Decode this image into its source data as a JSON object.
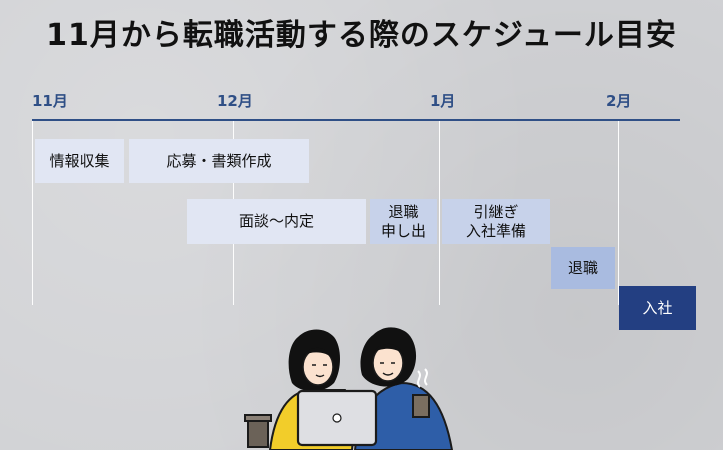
{
  "title": "11月から転職活動する際のスケジュール目安",
  "months": [
    "11月",
    "12月",
    "1月",
    "2月"
  ],
  "tasks": [
    {
      "label": "情報収集"
    },
    {
      "label": "応募・書類作成"
    },
    {
      "label": "面談〜内定"
    },
    {
      "label_lines": [
        "退職",
        "申し出"
      ]
    },
    {
      "label_lines": [
        "引継ぎ",
        "入社準備"
      ]
    },
    {
      "label": "退職"
    },
    {
      "label": "入社"
    }
  ],
  "colors": {
    "accent": "#233f82",
    "axis": "#2f4f86",
    "background": "#d1d2d5",
    "box_light": "#e1e6f3",
    "box_mid": "#c7d2ea",
    "box_strong": "#a9bbe0"
  },
  "illustration": {
    "icons": [
      "person-yellow-shirt-icon",
      "person-blue-shirt-icon",
      "laptop-icon",
      "coffee-cup-icon"
    ]
  }
}
